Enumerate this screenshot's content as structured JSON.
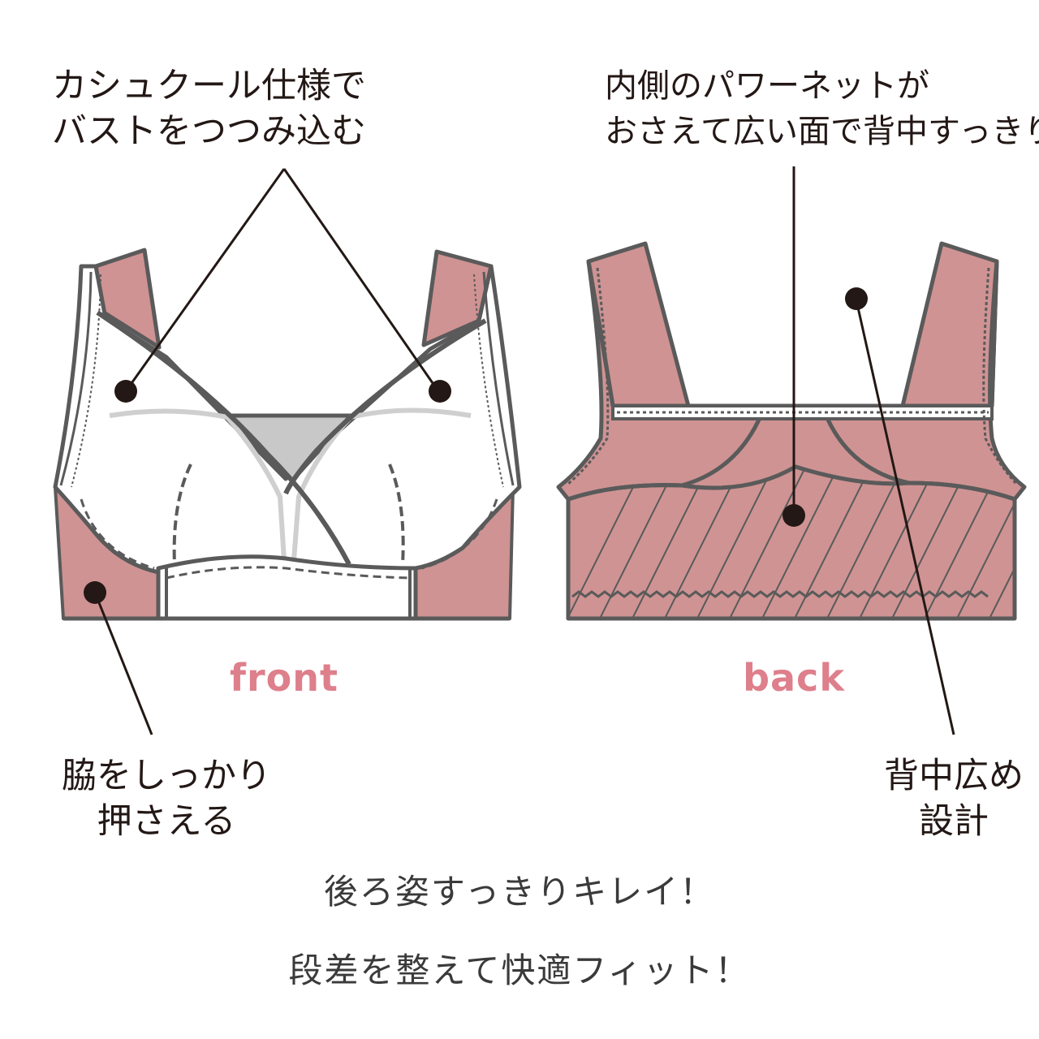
{
  "colors": {
    "fabric": "#cf9393",
    "outline": "#5a5a5a",
    "cup": "#ffffff",
    "mesh": "#c8c8c8",
    "leader": "#231815",
    "label": "#de7f8c",
    "text": "#231815"
  },
  "callouts": {
    "front_top": {
      "line1": "カシュクール仕様で",
      "line2": "バストをつつみ込む"
    },
    "back_top": {
      "line1": "内側のパワーネットが",
      "line2": "おさえて広い面で背中すっきり"
    },
    "front_side": {
      "line1": "脇をしっかり",
      "line2": "押さえる"
    },
    "back_side": {
      "line1": "背中広め",
      "line2": "設計"
    }
  },
  "views": {
    "front": "front",
    "back": "back"
  },
  "taglines": {
    "first": "後ろ姿すっきりキレイ！",
    "second": "段差を整えて快適フィット！"
  }
}
